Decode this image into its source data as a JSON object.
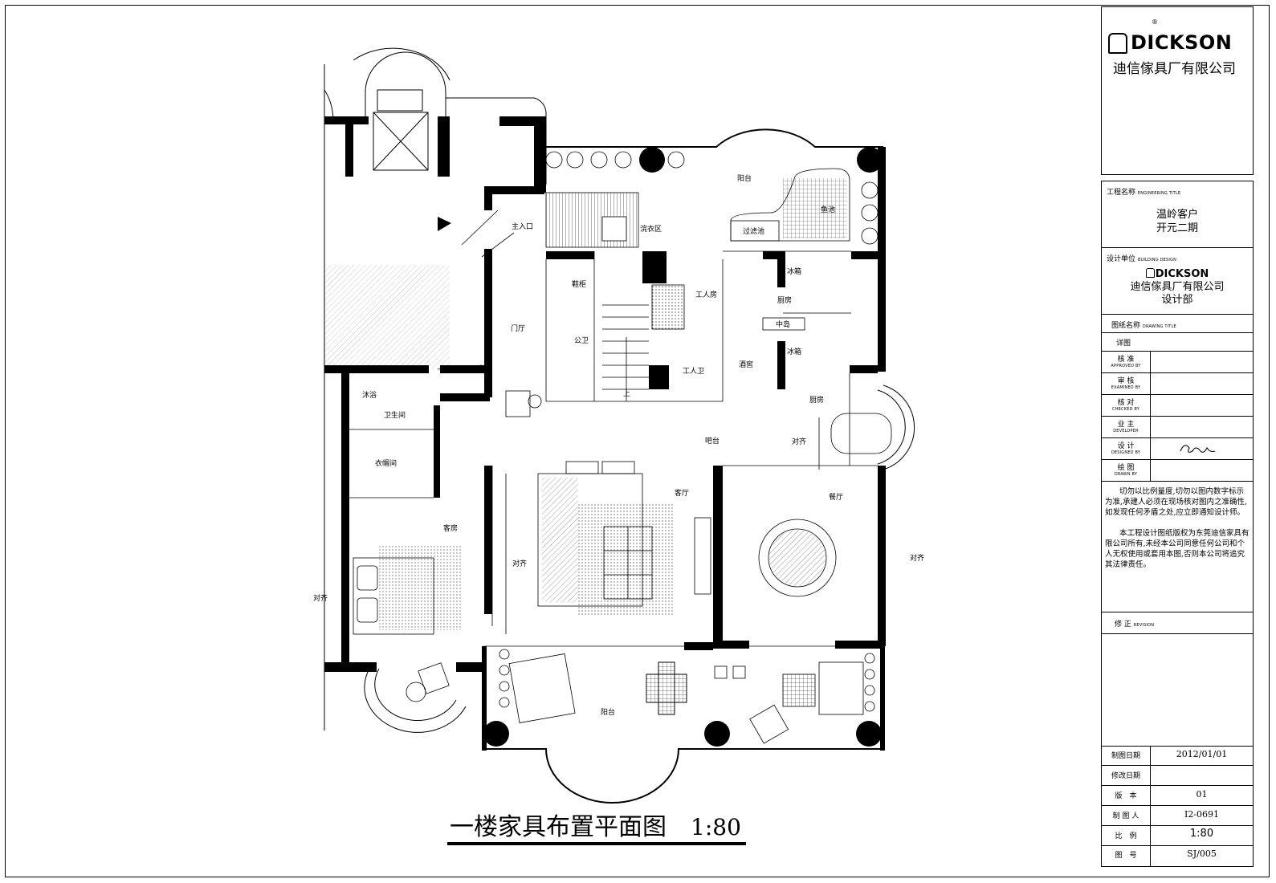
{
  "drawing": {
    "title": "一楼家具布置平面图",
    "scale": "1:80"
  },
  "rooms": {
    "main_entrance": "主入口",
    "foyer": "门厅",
    "laundry": "浣衣区",
    "shoe_cabinet": "鞋柜",
    "public_wc": "公卫",
    "staff_room": "工人房",
    "staff_wc": "工人卫",
    "kitchen_top": "厨房",
    "island": "中岛",
    "fridge_1": "冰箱",
    "fridge_2": "冰箱",
    "wine_cellar": "酒窖",
    "kitchen_bottom": "厨房",
    "bar": "吧台",
    "living": "客厅",
    "dining": "餐厅",
    "guest_room": "客房",
    "shower": "沐浴",
    "bathroom": "卫生间",
    "cloakroom": "衣帽间",
    "balcony_top": "阳台",
    "balcony_bottom": "阳台",
    "fish_pond": "鱼池",
    "filter_pond": "过滤池",
    "stairs_up": "上",
    "align_1": "对齐",
    "align_2": "对齐",
    "align_3": "对齐",
    "align_4": "对齐"
  },
  "title_block": {
    "brand": "DICKSON",
    "registered": "®",
    "company": "迪信傢具厂有限公司",
    "project_label": "工程名称",
    "project_label_en": "ENGINEERING TITLE",
    "project_name_1": "温岭客户",
    "project_name_2": "开元二期",
    "design_unit_label": "设计单位",
    "design_unit_label_en": "BUILDING DESIGN",
    "design_brand": "DICKSON",
    "design_company": "迪信傢具厂有限公司",
    "design_dept": "设计部",
    "drawing_title_label": "图纸名称",
    "drawing_title_label_en": "DRAWING TITLE",
    "drawing_name": "详图",
    "approved": "核 准",
    "approved_en": "APPROVED BY",
    "examined": "审 核",
    "examined_en": "EXAMINED BY",
    "checked": "核 对",
    "checked_en": "CHECKED BY",
    "developer": "业 主",
    "developer_en": "DEVELOPER",
    "designed": "设 计",
    "designed_en": "DESIGNED BY",
    "drawn": "绘 图",
    "drawn_en": "DRAWN BY",
    "note_1": "切勿以比例量度,切勿以图内数字标示为准,承建人必须在现场核对图内之准确性,如发现任何矛盾之处,应立即通知设计师。",
    "note_2": "本工程设计图纸版权为东莞迪信家具有限公司所有,未经本公司同意任何公司和个人无权使用或套用本图,否则本公司将追究其法律责任。",
    "revision": "修 正",
    "revision_en": "REVISION",
    "date_label": "制图日期",
    "date_value": "2012/01/01",
    "modified_label": "修改日期",
    "modified_value": "",
    "version_label": "版　本",
    "version_value": "01",
    "maker_label": "制 图 人",
    "maker_value": "I2-0691",
    "scale_label": "比　例",
    "scale_value": "1:80",
    "number_label": "图　号",
    "number_value": "SJ/005"
  }
}
